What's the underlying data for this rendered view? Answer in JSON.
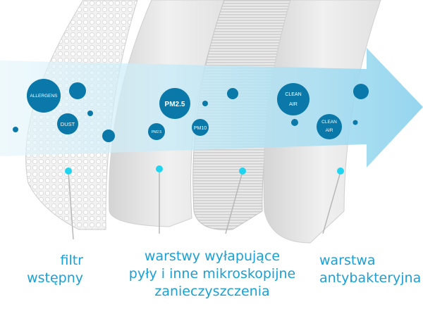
{
  "particles": {
    "allergens": "ALLERGENS",
    "dust": "DUST",
    "pm25_large": "PM2.5",
    "pm25_small": "PM2.5",
    "pm10": "PM10",
    "clean_air_1": "CLEAN\nAIR",
    "clean_air_2": "CLEAN\nAIR"
  },
  "layers": {
    "prefilter": "filtr\nwstępny",
    "microfilter": "warstwy wyłapujące\npyły i inne mikroskopijne\nzanieczyszczenia",
    "antibacterial": "warstwa\nantybakteryjna"
  },
  "colors": {
    "label_blue": "#1aa0d6",
    "particle_blue": "#0a78a8",
    "marker_cyan": "#20d4f0",
    "airflow": "#bfe8f6"
  }
}
